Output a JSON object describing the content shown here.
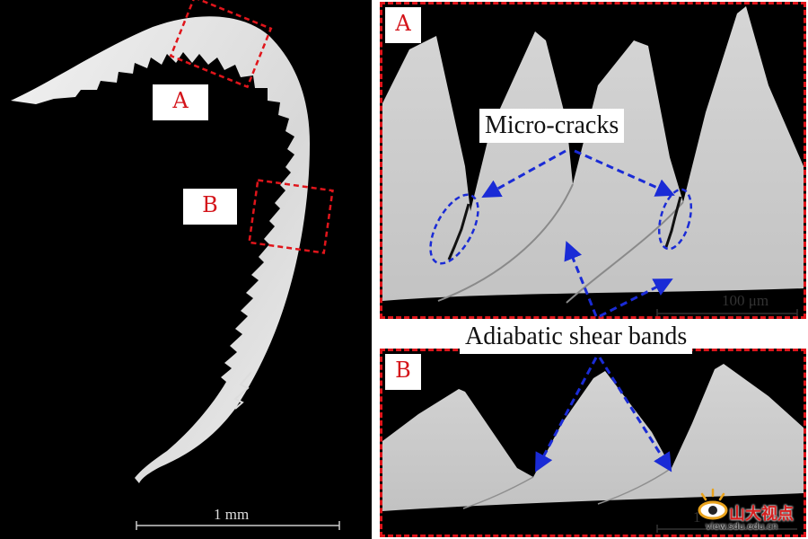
{
  "left_panel": {
    "region_a_label": "A",
    "region_b_label": "B",
    "scale_bar_label": "1 mm"
  },
  "panel_a": {
    "corner_label": "A",
    "scale_bar_label": "100 μm"
  },
  "panel_b": {
    "corner_label": "B",
    "scale_bar_label": "1"
  },
  "annotations": {
    "micro_cracks": "Micro-cracks",
    "adiabatic_shear_bands": "Adiabatic shear bands"
  },
  "watermark": {
    "brand": "山大视点",
    "url": "view.sdu.edu.cn"
  },
  "colors": {
    "frame_red": "#e0151b",
    "arrow_blue": "#1a2bd6",
    "metal_gray": "#c9c9c9"
  }
}
